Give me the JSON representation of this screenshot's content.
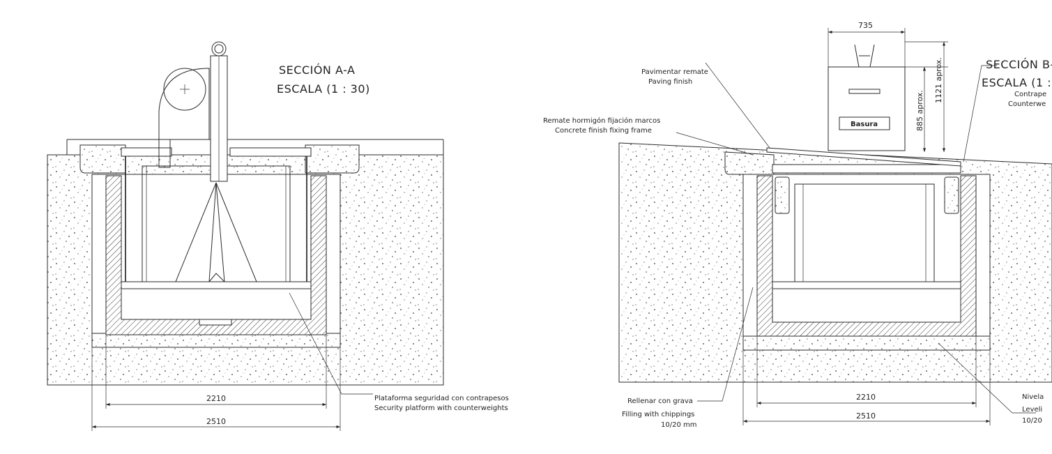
{
  "section_a": {
    "title": "SECCIÓN A-A",
    "scale": "ESCALA (1 : 30)",
    "note_es": "Plataforma seguridad con contrapesos",
    "note_en": "Security platform with counterweights",
    "dim_inner": "2210",
    "dim_outer": "2510"
  },
  "section_b": {
    "title": "SECCIÓN B-",
    "scale": "ESCALA (1 : :",
    "dim_top": "735",
    "dim_h1": "885 aprox.",
    "dim_h2": "1121 aprox.",
    "bin_label": "Basura",
    "note_paving_es": "Pavimentar remate",
    "note_paving_en": "Paving finish",
    "note_concrete_es": "Remate hormigón fijación marcos",
    "note_concrete_en": "Concrete finish fixing frame",
    "note_counter_es": "Contrape",
    "note_counter_en": "Counterwe",
    "note_fill_es": "Rellenar con  grava",
    "note_fill_en": "Filling with chippings",
    "note_fill_size": "10/20 mm",
    "note_level_es": "Nivela",
    "note_level_en": "Leveli",
    "note_level_size": "10/20",
    "dim_inner": "2210",
    "dim_outer": "2510"
  }
}
